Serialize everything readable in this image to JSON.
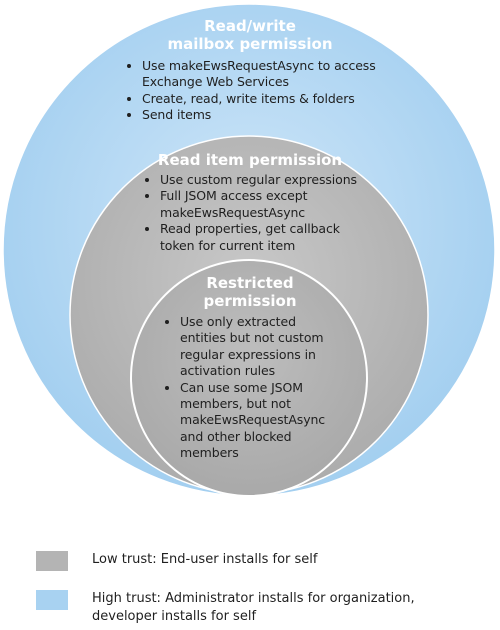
{
  "colors": {
    "outer_fill": "#a8d2f1",
    "middle_fill": "#bcbcbc",
    "inner_fill": "#b3b3b3",
    "title_text": "#ffffff"
  },
  "outer": {
    "title_line1": "Read/write",
    "title_line2": "mailbox permission",
    "items": [
      "Use makeEwsRequestAsync to access Exchange Web Services",
      "Create, read, write items & folders",
      "Send items"
    ]
  },
  "middle": {
    "title": "Read item permission",
    "items": [
      "Use custom regular expressions",
      "Full JSOM access except makeEwsRequestAsync",
      "Read properties, get callback token for current item"
    ]
  },
  "inner": {
    "title_line1": "Restricted",
    "title_line2": "permission",
    "items": [
      "Use only extracted entities but not custom regular expressions in activation rules",
      "Can use some JSOM members, but not makeEwsRequestAsync and other blocked members"
    ]
  },
  "legend": [
    {
      "color": "#b4b4b4",
      "label": "Low trust: End-user installs for self"
    },
    {
      "color": "#a8d2f1",
      "label": "High trust: Administrator installs for organization, developer installs for self"
    }
  ]
}
